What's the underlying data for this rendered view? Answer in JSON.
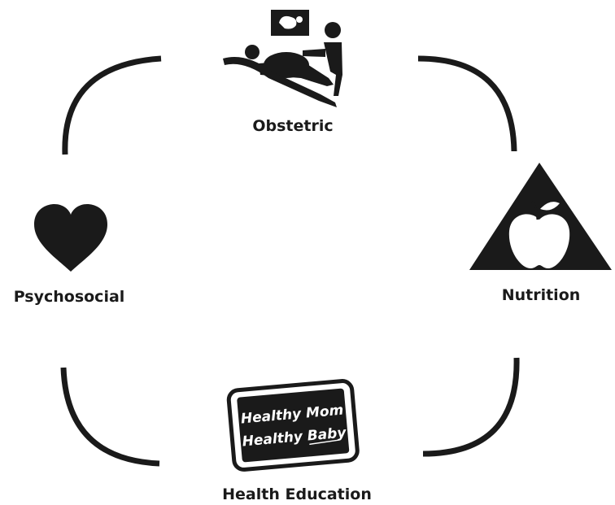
{
  "diagram": {
    "nodes": {
      "obstetric": {
        "label": "Obstetric",
        "icon": "obstetric-exam-icon"
      },
      "psychosocial": {
        "label": "Psychosocial",
        "icon": "heart-icon"
      },
      "nutrition": {
        "label": "Nutrition",
        "icon": "apple-in-triangle-icon"
      },
      "health_education": {
        "label": "Health Education",
        "icon": "chalkboard-icon",
        "sign_line_1": "Healthy Mom",
        "sign_line_2": "Healthy Baby"
      }
    },
    "colors": {
      "ink": "#1a1a1a",
      "background": "#ffffff"
    }
  }
}
